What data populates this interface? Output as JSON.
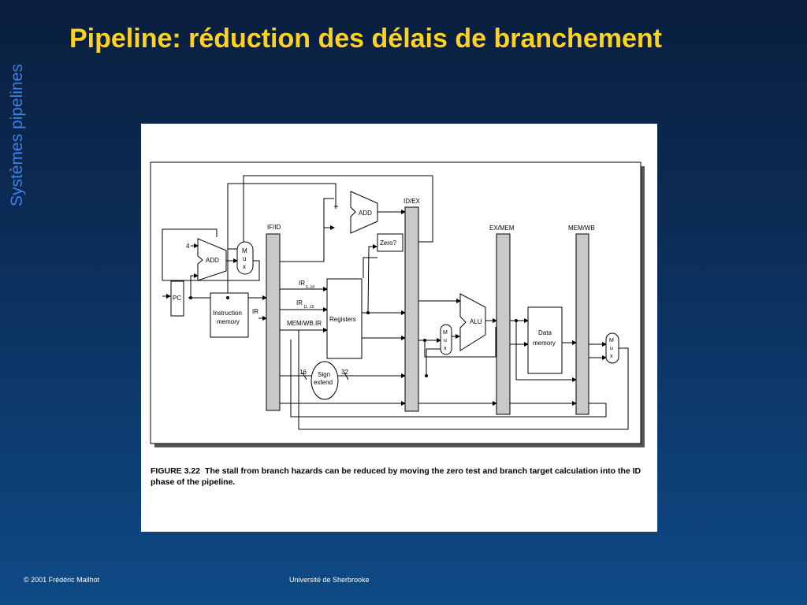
{
  "slide": {
    "side_title": "Systèmes pipelines",
    "title": "Pipeline: réduction des délais de branchement"
  },
  "figure": {
    "caption_number": "FIGURE 3.22",
    "caption_text": "The stall from branch hazards can be reduced by moving the zero test and branch target calculation into the ID phase of the pipeline.",
    "labels": {
      "if_id": "IF/ID",
      "id_ex": "ID/EX",
      "ex_mem": "EX/MEM",
      "mem_wb": "MEM/WB",
      "pc": "PC",
      "four": "4",
      "add1": "ADD",
      "add2": "ADD",
      "mux_m": "M",
      "mux_u": "u",
      "mux_x": "x",
      "instr_line1": "Instruction",
      "instr_line2": "memory",
      "ir": "IR",
      "ir_6_10": "IR",
      "ir_6_10_sub": "6..10",
      "ir_11_15": "IR",
      "ir_11_15_sub": "11..15",
      "mem_wb_ir": "MEM/WB.IR",
      "registers": "Registers",
      "zero": "Zero?",
      "alu": "ALU",
      "data_line1": "Data",
      "data_line2": "memory",
      "sign_line1": "Sign",
      "sign_line2": "extend",
      "bits16": "16",
      "bits32": "32"
    }
  },
  "footer": {
    "left": "© 2001 Frédéric Mailhot",
    "center": "Université de Sherbrooke"
  }
}
